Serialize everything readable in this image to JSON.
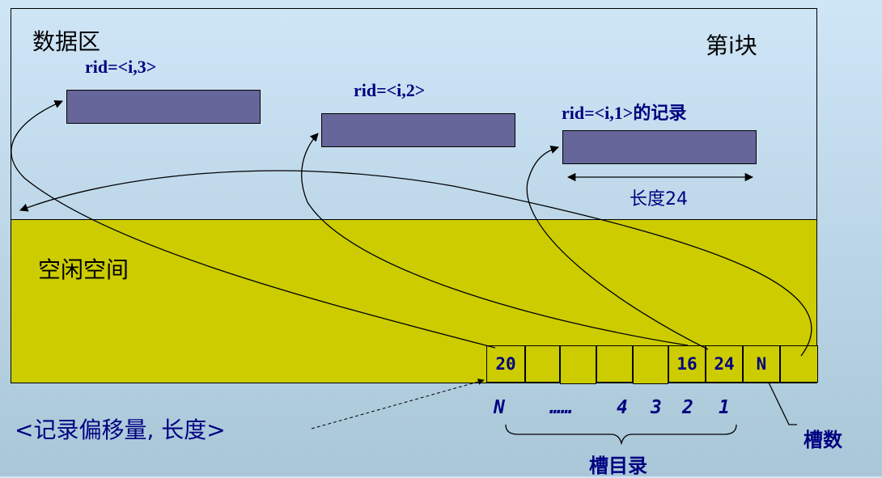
{
  "block": {
    "data_area_label": "数据区",
    "block_label": "第i块",
    "free_space_label": "空闲空间"
  },
  "records": [
    {
      "rid_label": "rid=<i,3>"
    },
    {
      "rid_label": "rid=<i,2>"
    },
    {
      "rid_label": "rid=<i,1>的记录",
      "length_label": "长度24"
    }
  ],
  "slot_directory": {
    "slots": [
      "20",
      "",
      "",
      "",
      "",
      "16",
      "24",
      "N",
      ""
    ],
    "indices": [
      "N",
      "……",
      "4",
      "3",
      "2",
      "1"
    ],
    "label": "槽目录",
    "slot_count_label": "槽数",
    "entry_format_label": "<记录偏移量, 长度>"
  }
}
